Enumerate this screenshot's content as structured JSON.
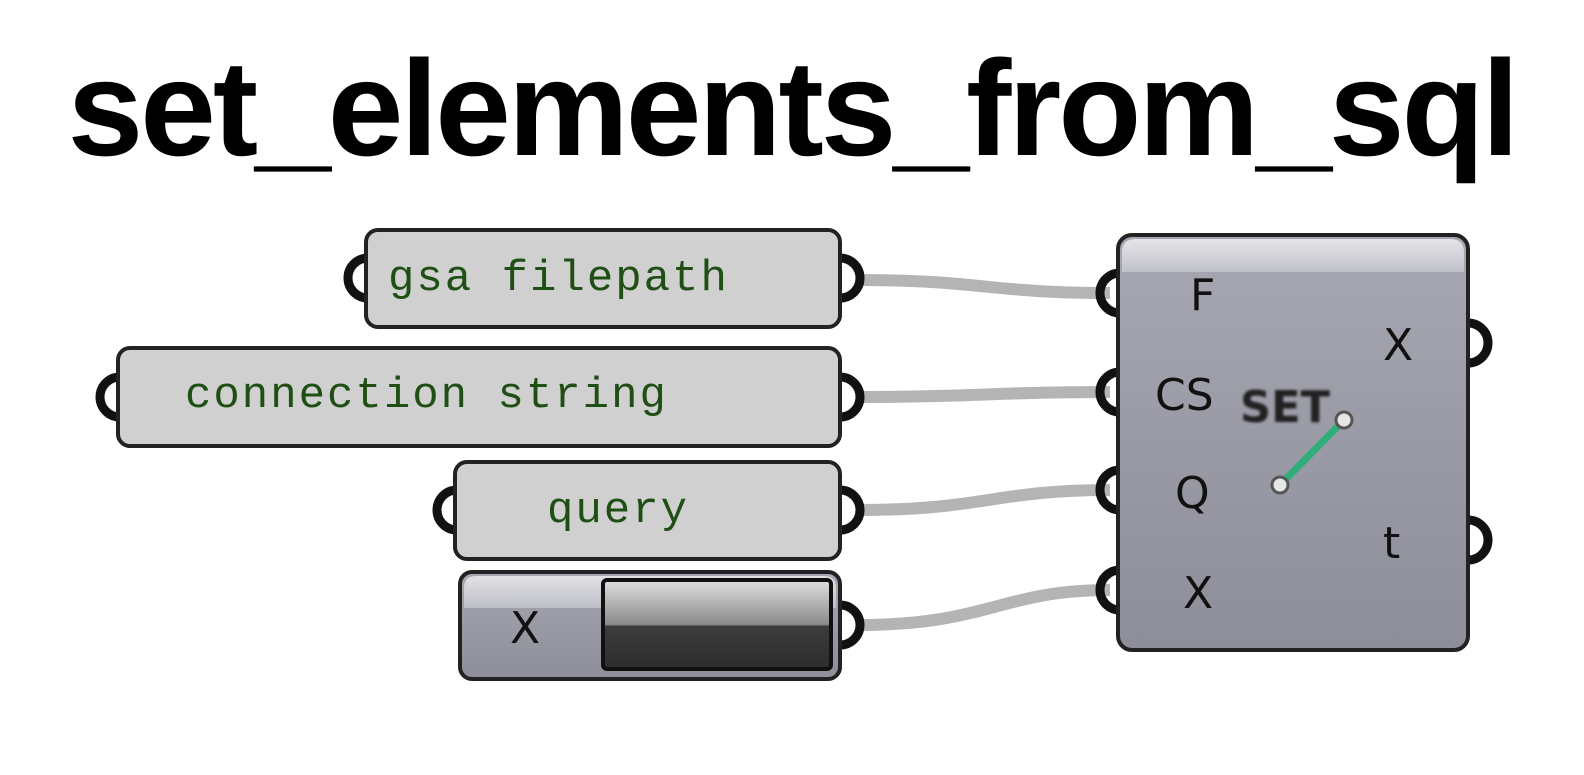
{
  "title": "set_elements_from_sql",
  "panels": [
    {
      "id": "filepath",
      "text": "gsa filepath"
    },
    {
      "id": "connection",
      "text": "connection string"
    },
    {
      "id": "query",
      "text": "query"
    }
  ],
  "toggle": {
    "label": "X",
    "value": false
  },
  "component": {
    "icon_text": "SET",
    "inputs": [
      "F",
      "CS",
      "Q",
      "X"
    ],
    "outputs": [
      "X",
      "t"
    ],
    "accent_color": "#2fae7a"
  },
  "colors": {
    "panel_fill": "#d0d0d0",
    "component_fill": "#9b9ca6",
    "wire": "#b4b4b4",
    "text_green": "#1f4f14"
  }
}
